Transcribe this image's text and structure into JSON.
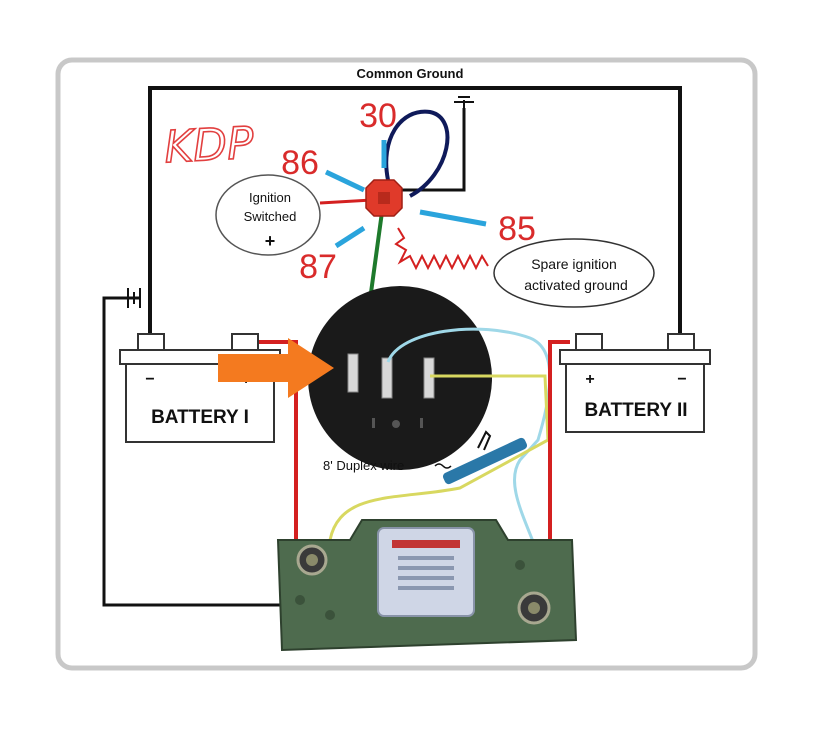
{
  "labels": {
    "common_ground": "Common Ground",
    "handwritten": "KDP",
    "ignition_switched_line1": "Ignition",
    "ignition_switched_line2": "Switched",
    "ignition_plus": "+",
    "spare_line1": "Spare ignition",
    "spare_line2": "activated ground",
    "duplex_wire": "8' Duplex wire",
    "battery1": "BATTERY I",
    "battery2": "BATTERY II",
    "battery1_minus": "−",
    "battery1_plus": "+",
    "battery2_plus": "+",
    "battery2_minus": "−"
  },
  "relay_pins": {
    "pin30": "30",
    "pin86": "86",
    "pin85": "85",
    "pin87": "87"
  },
  "colors": {
    "pin_label_red": "#d92b2b",
    "pin_pointer_blue": "#2aa4dc",
    "relay_red": "#e03a2a",
    "arrow_orange": "#f47a1f",
    "wire_red": "#d42020",
    "wire_green": "#1e7a2c",
    "wire_black": "#111111",
    "wire_navy": "#0f1a5a",
    "wire_lightblue": "#9fd8e8",
    "wire_yellow": "#d8d860",
    "frame_gray": "#c8c8c8",
    "module_green": "#4e6b4e"
  },
  "icons": [
    "battery-symbol-icon",
    "ground-symbol-icon",
    "orange-arrow-icon",
    "relay-icon",
    "fuse-holder-icon",
    "isolator-module-icon"
  ]
}
